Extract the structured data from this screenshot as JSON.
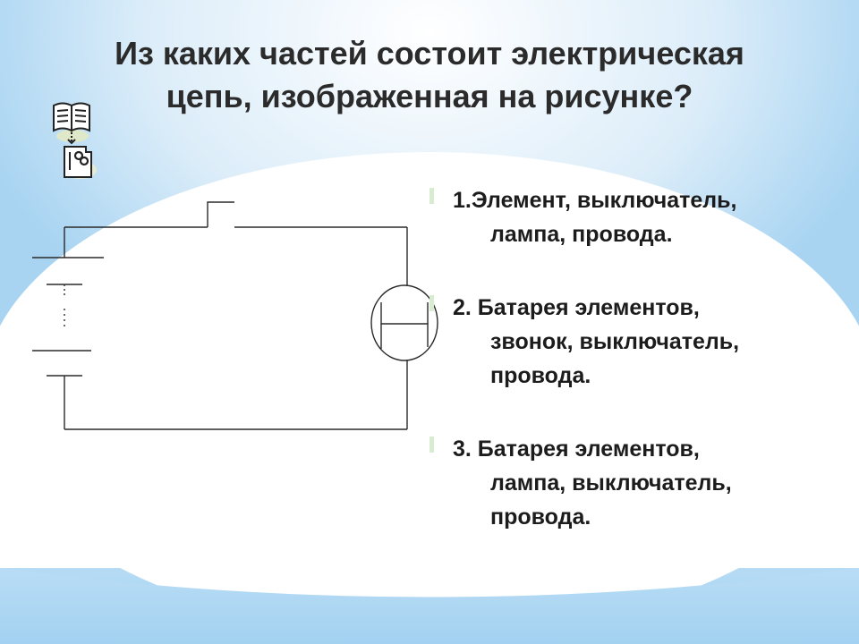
{
  "title": {
    "line1": "Из каких частей состоит электрическая",
    "line2": "цепь, изображенная на рисунке?"
  },
  "icons": {
    "top": "book-icon",
    "bottom": "document-icon"
  },
  "colors": {
    "background_edge": "#a8d4f2",
    "background_center": "#ffffff",
    "text": "#1c1c1c",
    "circuit": "#2a2a2a"
  },
  "options": [
    {
      "line1": "1.Элемент, выключатель,",
      "line2": "лампа, провода.",
      "line3": ""
    },
    {
      "line1": "2. Батарея элементов,",
      "line2": "звонок, выключатель,",
      "line3": "провода."
    },
    {
      "line1": "3. Батарея элементов,",
      "line2": "лампа, выключатель,",
      "line3": "провода."
    }
  ]
}
